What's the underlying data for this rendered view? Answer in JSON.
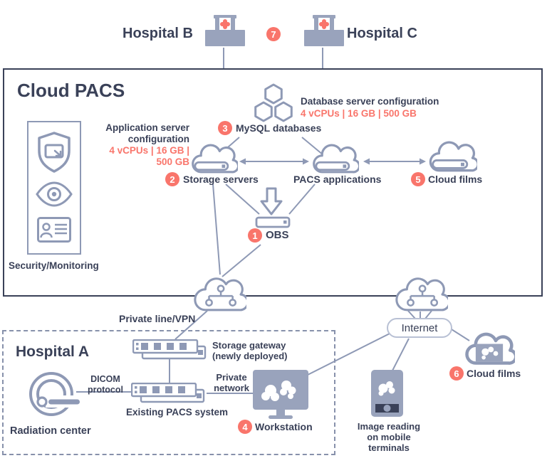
{
  "colors": {
    "navy": "#3A4158",
    "slate": "#8E99B5",
    "slate_fill": "#99A3BC",
    "red": "#F9756B"
  },
  "hospitals_top": {
    "b": "Hospital B",
    "c": "Hospital C",
    "badge": "7"
  },
  "cloud_pacs": {
    "title": "Cloud PACS",
    "security": {
      "label": "Security/Monitoring"
    },
    "app_config": {
      "line1": "Application server",
      "line2": "configuration",
      "spec_line1": "4 vCPUs | 16 GB |",
      "spec_line2": "500 GB"
    },
    "db_config": {
      "line1": "Database server configuration",
      "spec": "4 vCPUs | 16 GB | 500 GB"
    },
    "mysql": {
      "badge": "3",
      "label": "MySQL databases"
    },
    "storage_servers": {
      "badge": "2",
      "label": "Storage servers"
    },
    "pacs_applications": {
      "label": "PACS applications"
    },
    "cloud_films": {
      "badge": "5",
      "label": "Cloud films"
    },
    "obs": {
      "badge": "1",
      "label": "OBS"
    }
  },
  "connectivity": {
    "private_line_label": "Private line/VPN",
    "internet_label": "Internet"
  },
  "hospital_a": {
    "title": "Hospital A",
    "radiation_center": "Radiation center",
    "dicom_protocol": {
      "line1": "DICOM",
      "line2": "protocol"
    },
    "storage_gateway": {
      "line1": "Storage gateway",
      "line2": "(newly deployed)"
    },
    "existing_pacs": "Existing PACS system",
    "private_network": {
      "line1": "Private",
      "line2": "network"
    },
    "workstation": {
      "badge": "4",
      "label": "Workstation"
    }
  },
  "mobile": {
    "line1": "Image reading",
    "line2": "on mobile terminals"
  },
  "cloud_films_external": {
    "badge": "6",
    "label": "Cloud films"
  }
}
